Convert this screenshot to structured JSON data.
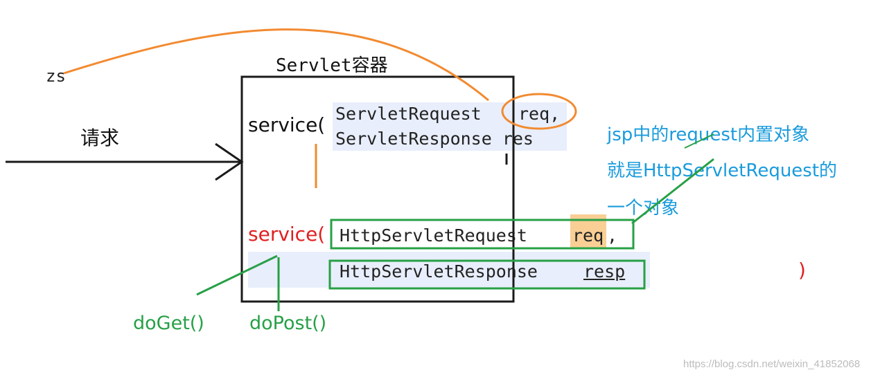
{
  "colors": {
    "black": "#1a1a1a",
    "orange": "#f28a30",
    "green": "#27a046",
    "red": "#e02020",
    "blue": "#1a9bdc",
    "highlight_blue": "#e8eefb",
    "highlight_orange": "#f9cf95",
    "watermark": "#bcbcbc"
  },
  "labels": {
    "zs": "zs",
    "container_title": "Servlet容器",
    "request": "请求",
    "service_1": "service(",
    "service_2": "service(",
    "servlet_request_line": "ServletRequest",
    "req_1": "req,",
    "servlet_response_line": "ServletResponse res",
    "http_request": "HttpServletRequest",
    "req_2": "req",
    "comma": ",",
    "http_response": "HttpServletResponse",
    "resp": "resp",
    "close_paren": ")",
    "note_line1": "jsp中的request内置对象",
    "note_line2": "就是HttpServletRequest的",
    "note_line3": "一个对象",
    "do_get": "doGet()",
    "do_post": "doPost()",
    "watermark": "https://blog.csdn.net/weixin_41852068"
  }
}
